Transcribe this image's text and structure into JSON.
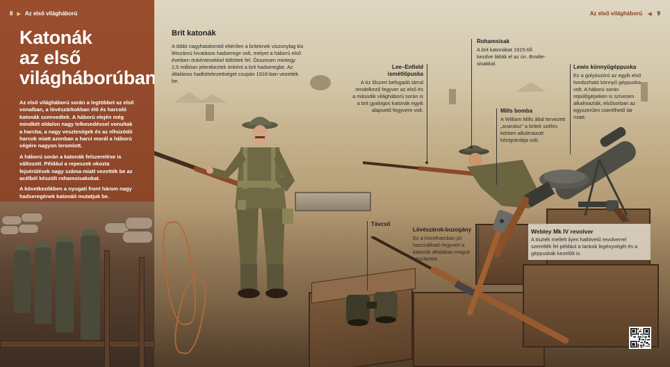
{
  "left_page": {
    "page_number": "8",
    "running_head": "Az első világháború",
    "title_lines": [
      "Katonák",
      "az első",
      "világháborúban"
    ],
    "paragraphs": [
      "Az első világháború során a legtöbbet az első vonalban, a lövészárkokban élő és harcoló katonák szenvedtek. A háború elején még mindkét oldalon nagy lelkesedéssel vonultak a harcba, a nagy veszteségek és az elhúzódó harcok miatt azonban a harci morál a háború végére nagyon leromlott.",
      "A háború során a katonák felszerelése is változott. Például a repeszek okozta fejsérülések nagy száma miatt vezették be az acélból készült rohamsisakokat.",
      "A következőkben a nyugati front három nagy hadseregének katonáit mutatjuk be."
    ]
  },
  "right_page": {
    "page_number": "9",
    "running_head": "Az első világháború"
  },
  "blocks": {
    "brit": {
      "title": "Brit katonák",
      "text": "A többi nagyhatalomtól eltérően a briteknek viszonylag kis létszámú hivatásos hadserege volt, melyet a háború első éveiben önkéntesekkel töltöttek fel. Összesen mintegy 2,5 millióan jelentkeztek önként a brit hadseregbe. Az általános hadkötelezettséget csupán 1916-ban vezették be."
    },
    "rohamsisak": {
      "title": "Rohamsisak",
      "text": "A brit katonákat 1915-től kezdve látták el az ún. Brodie-sisakkal."
    },
    "lee_enfield": {
      "title": "Lee–Enfield ismétlőpuska",
      "text": "A tíz lőszert befogadó tárral rendelkező fegyver az első és a második világháború során is a brit gyalogos katonák egyik alapvető fegyvere volt."
    },
    "mills": {
      "title": "Mills bomba",
      "text": "A William Mills által tervezett „ananász” a britek széles körben alkalmazott kézigránátja volt."
    },
    "lewis": {
      "title": "Lewis könnyűgéppuska",
      "text": "Ez a golyószóró az egyik első hordozható könnyű géppuska volt. A háború során repülőgépeken is szívesen alkalmazták, elsősorban az egyszerűen cserélhető tár miatt."
    },
    "tavcso": {
      "title": "Távcső"
    },
    "buzogany": {
      "title": "Lövészárok-buzogány",
      "text": "Ez a közelharcban jól használható fegyvert a katonák általában maguk készítették."
    },
    "webley": {
      "title": "Webley Mk IV revolver",
      "text": "A tisztek mellett ilyen hatlövetű revolverrel szerelték fel például a tankok legénységét és a géppuskák kezelőit is."
    }
  },
  "colors": {
    "left_panel": "#8c4529",
    "accent": "#9a4e2e",
    "khaki": "#6f6a45"
  },
  "icons": [
    "triangle-right-icon",
    "triangle-left-icon",
    "qr-code-icon"
  ]
}
